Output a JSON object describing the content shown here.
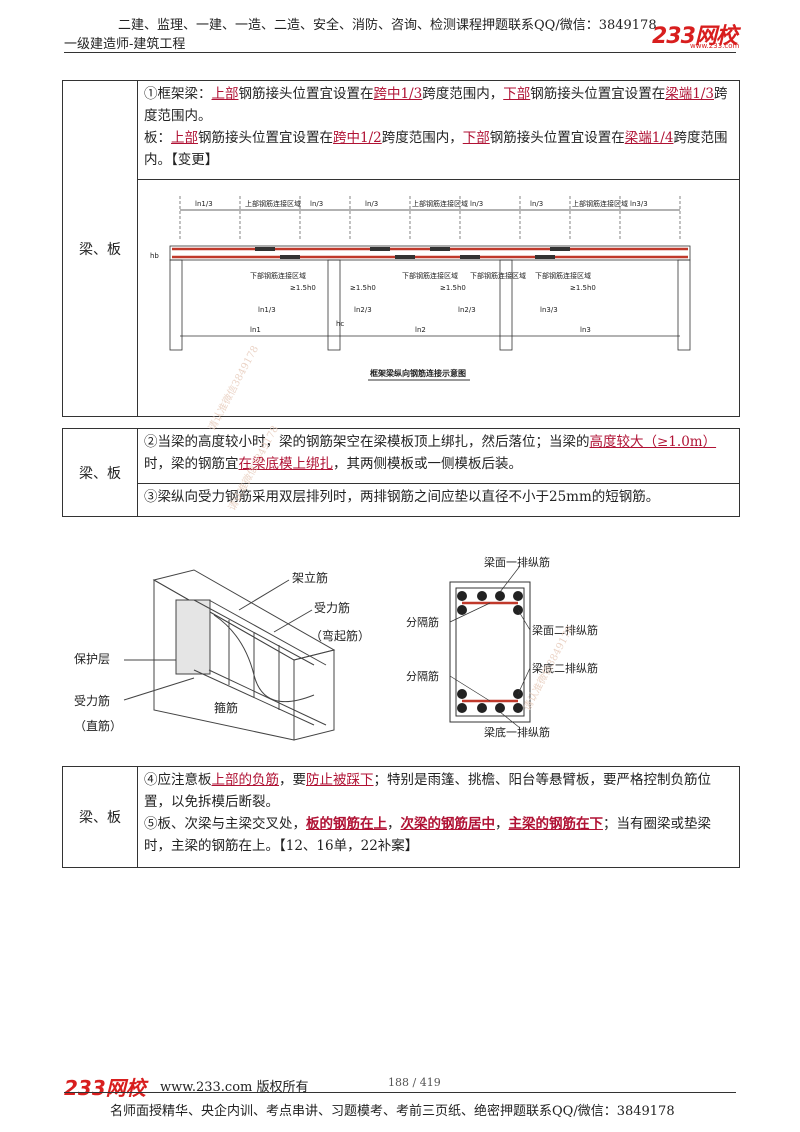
{
  "header": {
    "line1": "二建、监理、一建、一造、二造、安全、消防、咨询、检测课程押题联系QQ/微信：3849178",
    "line2": "一级建造师-建筑工程",
    "logo": "233网校",
    "logo_sub": "www.233.com"
  },
  "section1": {
    "label": "梁、板",
    "p1": {
      "a": "①框架梁：",
      "b": "上部",
      "c": "钢筋接头位置宜设置在",
      "d": "跨中1/3",
      "e": "跨度范围内，",
      "f": "下部",
      "g": "钢筋接头位置宜设置在",
      "h": "梁端1/3",
      "i": "跨度范围内。"
    },
    "p2": {
      "a": "板：",
      "b": "上部",
      "c": "钢筋接头位置宜设置在",
      "d": "跨中1/2",
      "e": "跨度范围内，",
      "f": "下部",
      "g": "钢筋接头位置宜设置在",
      "h": "梁端1/4",
      "i": "跨度范围内。【变更】"
    },
    "figure": {
      "caption": "框架梁纵向钢筋连接示意图",
      "top_labels": [
        "ln1/3",
        "上部钢筋连接区域",
        "ln/3",
        "ln/3",
        "上部钢筋连接区域",
        "ln/3",
        "ln/3",
        "上部钢筋连接区域",
        "ln3/3"
      ],
      "bottom_labels": [
        "下部钢筋连接区域",
        "下部钢筋连接区域",
        "下部钢筋连接区域",
        "下部钢筋连接区域"
      ],
      "dim_labels": [
        "≥1.5h0",
        "≥1.5h0",
        "≥1.5h0",
        "≥1.5h0"
      ],
      "third_labels": [
        "ln1/3",
        "ln2/3",
        "ln2/3",
        "ln3/3"
      ],
      "span_labels": [
        "ln1",
        "ln2",
        "ln3"
      ],
      "hc": "hc",
      "hb": "hb"
    }
  },
  "section2": {
    "label": "梁、板",
    "p1": {
      "a": "②当梁的高度较小时，梁的钢筋架空在梁模板顶上绑扎，然后落位；当梁的",
      "b": "高度较大（≥1.0m）",
      "c": "时，梁的钢筋宜",
      "d": "在梁底模上绑扎",
      "e": "，其两侧模板或一侧模板后装。"
    },
    "p2": "③梁纵向受力钢筋采用双层排列时，两排钢筋之间应垫以直径不小于25mm的短钢筋。"
  },
  "beam_figure": {
    "labels": {
      "jialijin": "架立筋",
      "shoulijin": "受力筋",
      "wanqijin": "（弯起筋）",
      "baohuceng": "保护层",
      "shoulijin2": "受力筋",
      "zhijin": "（直筋）",
      "gujin": "箍筋"
    }
  },
  "section_figure": {
    "labels": {
      "top1": "梁面一排纵筋",
      "fenge1": "分隔筋",
      "top2": "梁面二排纵筋",
      "fenge2": "分隔筋",
      "bot2": "梁底二排纵筋",
      "bot1": "梁底一排纵筋"
    }
  },
  "section3": {
    "label": "梁、板",
    "p1": {
      "a": "④应注意板",
      "b": "上部的负筋",
      "c": "，要",
      "d": "防止被踩下",
      "e": "；特别是雨篷、挑檐、阳台等悬臂板，要严格控制负筋位置，以免拆模后断裂。"
    },
    "p2": {
      "a": "⑤板、次梁与主梁交叉处，",
      "b": "板的钢筋在上",
      "c": "，",
      "d": "次梁的钢筋居中",
      "e": "，",
      "f": "主梁的钢筋在下",
      "g": "；当有圈梁或垫梁时，主梁的钢筋在上。【12、16单，22补案】"
    }
  },
  "watermark": "请认准微信3849178",
  "footer": {
    "logo": "233网校",
    "site": "www.233.com 版权所有",
    "page": "188 / 419",
    "bottom": "名师面授精华、央企内训、考点串讲、习题模考、考前三页纸、绝密押题联系QQ/微信：3849178"
  }
}
